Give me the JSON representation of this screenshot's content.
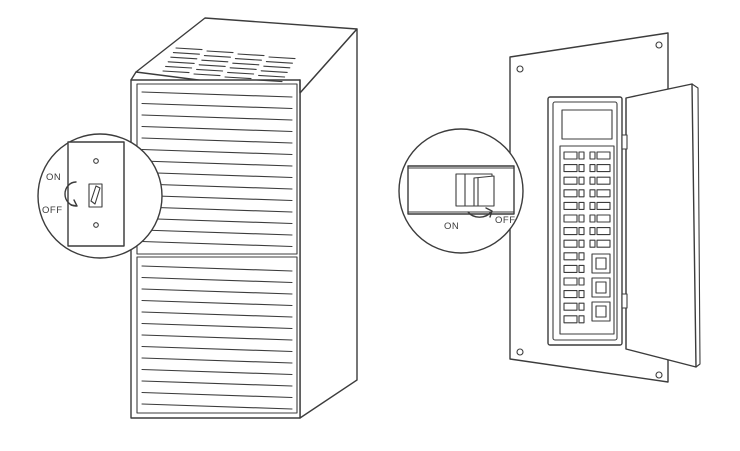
{
  "furnace_callout": {
    "on_label": "ON",
    "off_label": "OFF"
  },
  "breaker_callout": {
    "on_label": "ON",
    "off_label": "OFF"
  }
}
